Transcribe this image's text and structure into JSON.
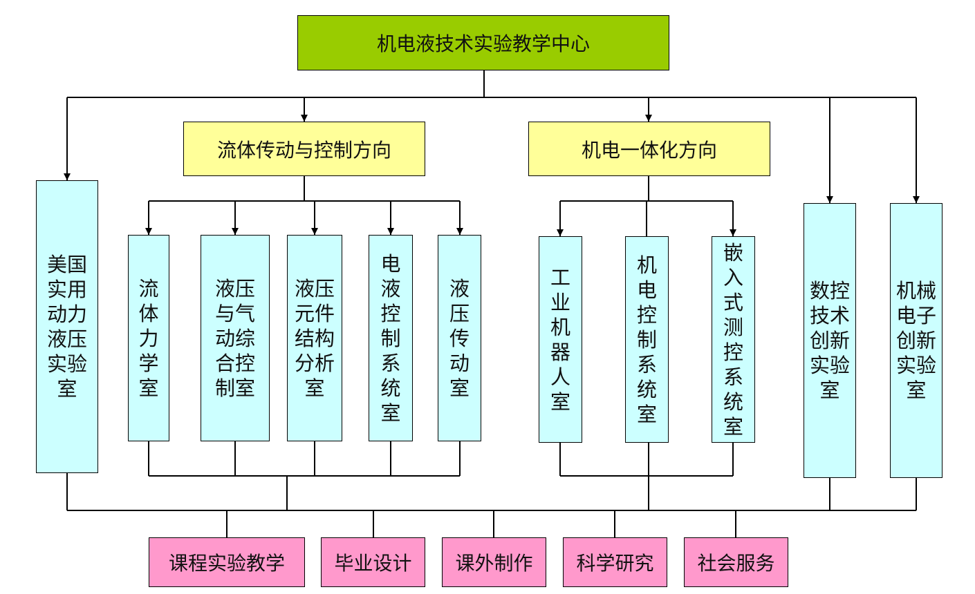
{
  "center": {
    "label": "机电液技术实验教学中心"
  },
  "directions": {
    "fluid": {
      "label": "流体传动与控制方向"
    },
    "mech": {
      "label": "机电一体化方向"
    }
  },
  "labs": {
    "us_lab": "美国实用动力液压实验室",
    "fluid_mechanics": "流体力学室",
    "hydraulic_pneumatic": "液压与气动综合控制室",
    "component_analysis": "液压元件结构分析室",
    "electrohydraulic": "电液控制系统室",
    "hydraulic_transmission": "液压传动室",
    "robot": "工业机器人室",
    "mech_control": "机电控制系统室",
    "embedded": "嵌入式测控系统室",
    "cnc": "数控技术创新实验室",
    "mechatronic_innovation": "机械电子创新实验室"
  },
  "outputs": {
    "course": "课程实验教学",
    "graduation": "毕业设计",
    "extracurricular": "课外制作",
    "research": "科学研究",
    "service": "社会服务"
  },
  "colors": {
    "center": "#99cc00",
    "direction": "#ffff99",
    "lab": "#ccffff",
    "output": "#ff99cc",
    "line": "#000000"
  }
}
